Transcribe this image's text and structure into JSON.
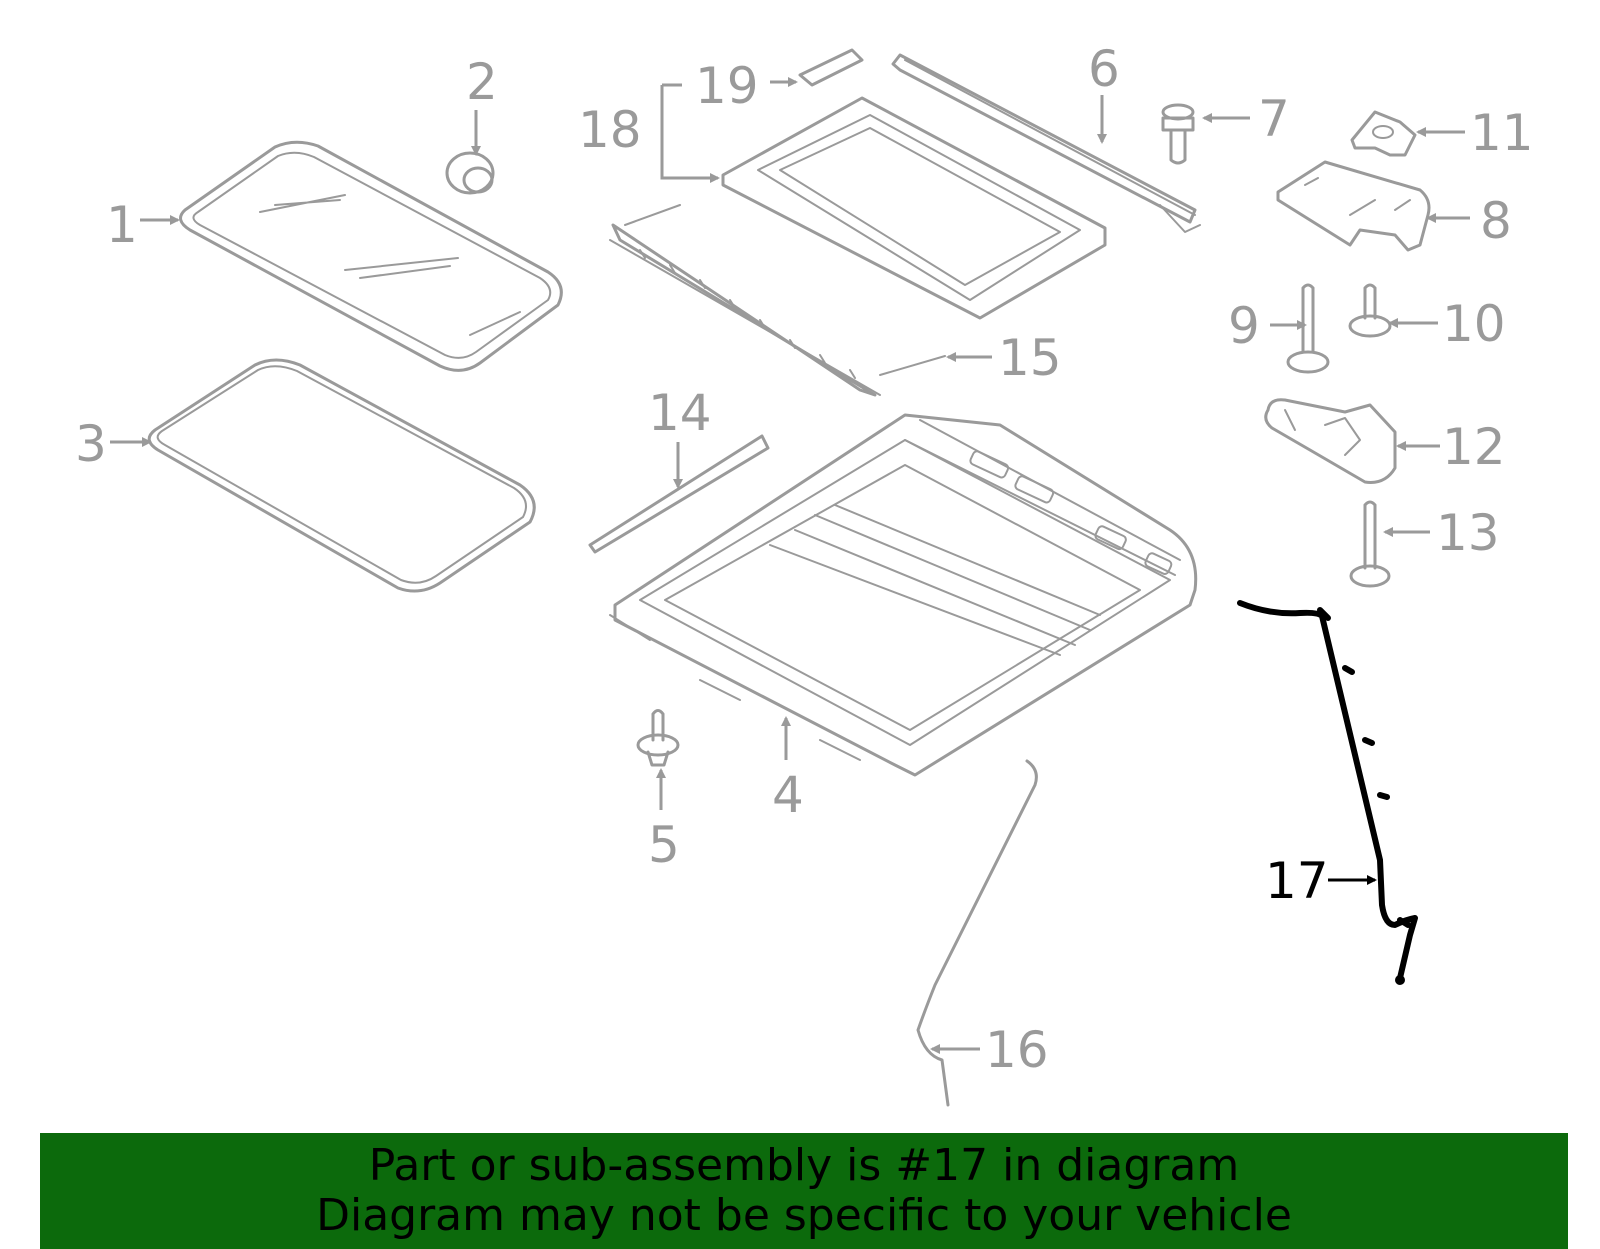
{
  "callouts": [
    "1",
    "2",
    "3",
    "4",
    "5",
    "6",
    "7",
    "8",
    "9",
    "10",
    "11",
    "12",
    "13",
    "14",
    "15",
    "16",
    "17",
    "18",
    "19"
  ],
  "highlighted_part": "17",
  "banner": {
    "line1": "Part or sub-assembly is #17 in diagram",
    "line2": "Diagram may not be specific to your vehicle"
  },
  "colors": {
    "parts": "#9a9a9a",
    "highlight": "#000000",
    "banner_bg": "#0c6a0c",
    "banner_text": "#000000"
  }
}
